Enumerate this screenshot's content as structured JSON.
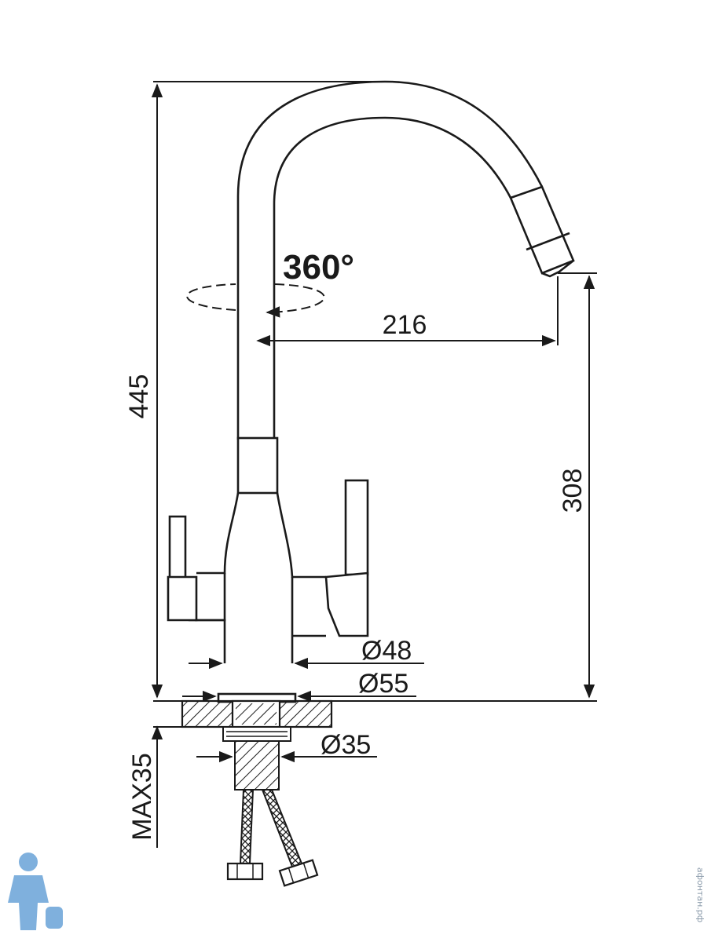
{
  "dimensions": {
    "height_total": "445",
    "rotation": "360°",
    "reach": "216",
    "spout_height": "308",
    "base_diameter_48": "Ø48",
    "base_diameter_55": "Ø55",
    "shank_diameter": "Ø35",
    "max_countertop": "MAX35"
  },
  "watermark": {
    "site": "афонтан.рф",
    "icon": "plumber-icon"
  },
  "colors": {
    "line": "#1a1a1a",
    "watermark": "#4a90d0"
  }
}
